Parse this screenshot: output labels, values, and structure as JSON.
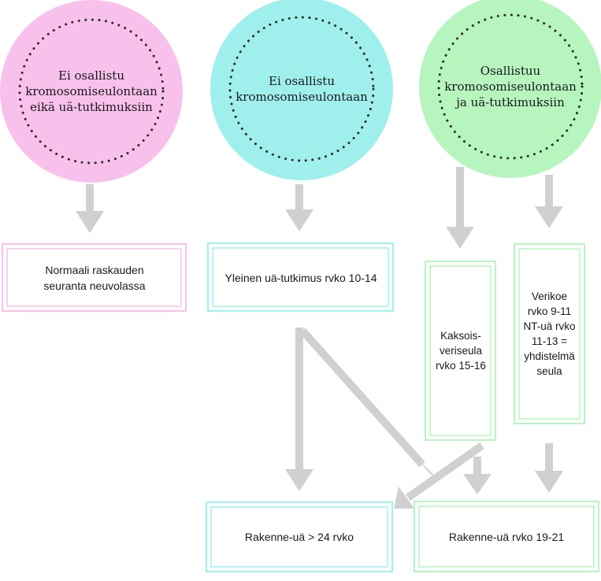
{
  "colors": {
    "pink": "#f8c1ec",
    "cyan": "#9ff0ec",
    "green": "#b6f5be",
    "arrow": "#d0d0d0",
    "dots": "#2b2b2b"
  },
  "circles": {
    "no_screening_no_ultrasound": "Ei osallistu kromosomiseulontaan eikä uä-tutkimuksiin",
    "no_screening": "Ei osallistu kromosomiseulontaan",
    "screening_and_ultrasound": "Osallistuu kromosomiseulontaan ja uä-tutkimuksiin"
  },
  "boxes": {
    "normal_followup": "Normaali raskauden seuranta neuvolassa",
    "general_ultrasound": "Yleinen uä-tutkimus rvko 10-14",
    "double_blood_screen": "Kaksois-veriseula rvko 15-16",
    "combined_screen": "Verikoe rvko 9-11 NT-uä rvko 11-13 = yhdistelmä seula",
    "structural_after_24": "Rakenne-uä > 24 rvko",
    "structural_19_21": "Rakenne-uä rvko 19-21"
  }
}
